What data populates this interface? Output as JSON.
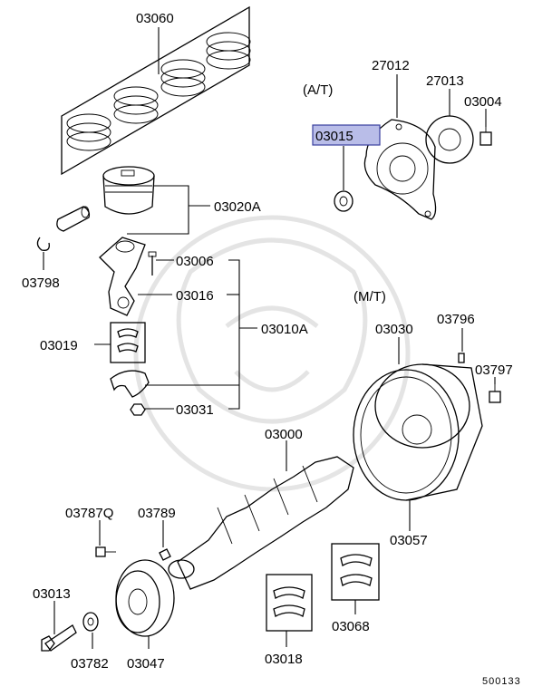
{
  "diagram": {
    "groups": {
      "at": "(A/T)",
      "mt": "(M/T)"
    },
    "labels": {
      "p03060": "03060",
      "p03020A": "03020A",
      "p03798": "03798",
      "p03006": "03006",
      "p03016": "03016",
      "p03010A": "03010A",
      "p03019": "03019",
      "p03031": "03031",
      "p27012": "27012",
      "p27013": "27013",
      "p03004": "03004",
      "p03015": "03015",
      "p03030": "03030",
      "p03796": "03796",
      "p03797": "03797",
      "p03057": "03057",
      "p03000": "03000",
      "p03787Q": "03787Q",
      "p03789": "03789",
      "p03013": "03013",
      "p03782": "03782",
      "p03047": "03047",
      "p03018": "03018",
      "p03068": "03068"
    },
    "highlighted": "03015",
    "diagram_number": "500133",
    "colors": {
      "highlight_fill": "#b9bde8",
      "highlight_stroke": "#3a3f9e"
    }
  }
}
